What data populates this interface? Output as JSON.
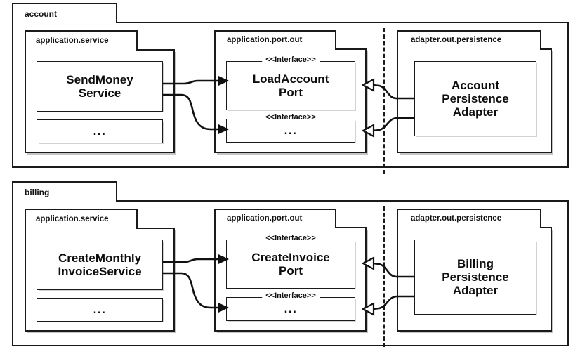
{
  "diagram": {
    "title": "Hexagonal architecture package structure",
    "type": "uml-package-diagram",
    "separator_label": "dashed-boundary"
  },
  "colors": {
    "stroke": "#1a1a1a",
    "text": "#0d0d0d",
    "background": "#ffffff",
    "shadow": "#a0a0a0"
  },
  "stereotype": "<<Interface>>",
  "ellipsis": "...",
  "bounded_contexts": [
    {
      "name": "account",
      "packages": {
        "service": {
          "name": "application.service",
          "classes": [
            {
              "lines": [
                "SendMoney",
                "Service"
              ]
            },
            {
              "lines": [
                "..."
              ]
            }
          ]
        },
        "port": {
          "name": "application.port.out",
          "interfaces": [
            {
              "stereotype": "<<Interface>>",
              "lines": [
                "LoadAccount",
                "Port"
              ]
            },
            {
              "stereotype": "<<Interface>>",
              "lines": [
                "..."
              ]
            }
          ]
        },
        "adapter": {
          "name": "adapter.out.persistence",
          "classes": [
            {
              "lines": [
                "Account",
                "Persistence",
                "Adapter"
              ]
            }
          ]
        }
      }
    },
    {
      "name": "billing",
      "packages": {
        "service": {
          "name": "application.service",
          "classes": [
            {
              "lines": [
                "CreateMonthly",
                "InvoiceService"
              ]
            },
            {
              "lines": [
                "..."
              ]
            }
          ]
        },
        "port": {
          "name": "application.port.out",
          "interfaces": [
            {
              "stereotype": "<<Interface>>",
              "lines": [
                "CreateInvoice",
                "Port"
              ]
            },
            {
              "stereotype": "<<Interface>>",
              "lines": [
                "..."
              ]
            }
          ]
        },
        "adapter": {
          "name": "adapter.out.persistence",
          "classes": [
            {
              "lines": [
                "Billing",
                "Persistence",
                "Adapter"
              ]
            }
          ]
        }
      }
    }
  ]
}
